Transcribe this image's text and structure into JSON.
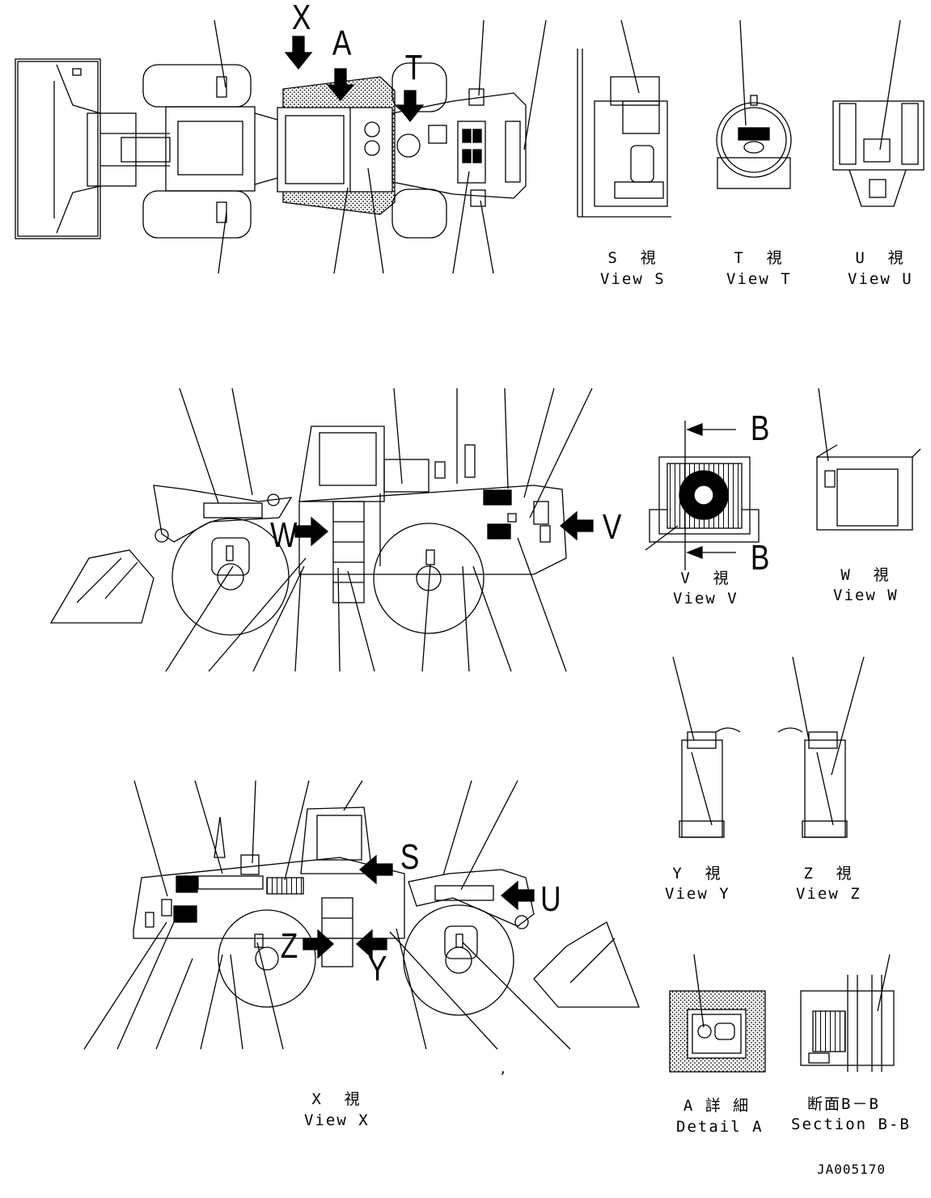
{
  "arrow_letters": {
    "x_top": "X",
    "a_top": "A",
    "t_top": "T",
    "w_side": "W",
    "v_side": "V",
    "b_upper": "B",
    "b_lower": "B",
    "s_side": "S",
    "u_side": "U",
    "z_side": "Z",
    "y_side": "Y"
  },
  "views": {
    "s": {
      "jp": "S  視",
      "en": "View S"
    },
    "t": {
      "jp": "T  視",
      "en": "View T"
    },
    "u": {
      "jp": "U  視",
      "en": "View U"
    },
    "v": {
      "jp": "V  視",
      "en": "View V"
    },
    "w": {
      "jp": "W  視",
      "en": "View W"
    },
    "y": {
      "jp": "Y  視",
      "en": "View Y"
    },
    "z": {
      "jp": "Z  視",
      "en": "View Z"
    },
    "x": {
      "jp": "X  視",
      "en": "View X"
    },
    "detail_a": {
      "jp": "A 詳 細",
      "en": "Detail A"
    },
    "section_bb": {
      "jp": "断面B－B",
      "en": "Section B-B"
    }
  },
  "drawing_code": "JA005170",
  "stray_mark": ","
}
